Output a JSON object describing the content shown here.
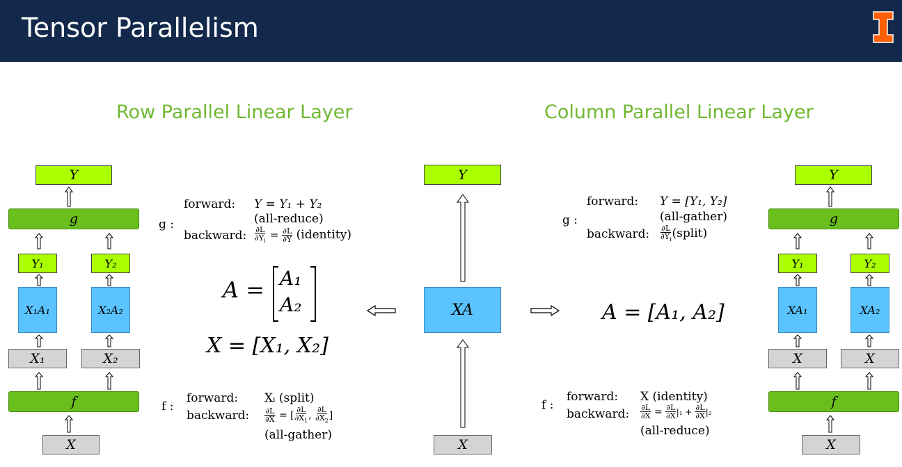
{
  "header": {
    "title": "Tensor Parallelism",
    "logo_letter": "I"
  },
  "row": {
    "title": "Row Parallel Linear Layer",
    "g_label": "g :",
    "g_forward_label": "forward:",
    "g_forward_eq": "Y = Y₁ + Y₂",
    "g_forward_note": "(all-reduce)",
    "g_backward_label": "backward:",
    "g_backward_note": "(identity)",
    "A_eq_lhs": "A =",
    "A_top": "A₁",
    "A_bottom": "A₂",
    "X_eq": "X = [X₁, X₂]",
    "f_label": "f :",
    "f_forward_label": "forward:",
    "f_forward_eq": "Xᵢ (split)",
    "f_backward_label": "backward:",
    "f_backward_note": "(all-gather)",
    "diagram": {
      "Y": "Y",
      "g": "g",
      "Y1": "Y₁",
      "Y2": "Y₂",
      "XA1": "X₁A₁",
      "XA2": "X₂A₂",
      "X1": "X₁",
      "X2": "X₂",
      "f": "f",
      "X": "X"
    }
  },
  "column": {
    "title": "Column Parallel Linear Layer",
    "g_label": "g :",
    "g_forward_label": "forward:",
    "g_forward_eq": "Y = [Y₁, Y₂]",
    "g_forward_note": "(all-gather)",
    "g_backward_label": "backward:",
    "g_backward_note": "(split)",
    "A_eq": "A = [A₁, A₂]",
    "f_label": "f :",
    "f_forward_label": "forward:",
    "f_forward_eq": "X (identity)",
    "f_backward_label": "backward:",
    "f_backward_note": "(all-reduce)",
    "diagram": {
      "Y": "Y",
      "g": "g",
      "Y1": "Y₁",
      "Y2": "Y₂",
      "XA1": "XA₁",
      "XA2": "XA₂",
      "X1": "X",
      "X2": "X",
      "f": "f",
      "X": "X"
    }
  },
  "center": {
    "Y": "Y",
    "XA": "XA",
    "X": "X"
  },
  "colors": {
    "header_bg": "#13294b",
    "section_title": "#70b832",
    "lime": "#aaff00",
    "green": "#6abf1d",
    "blue": "#5bc3ff",
    "gray": "#d4d4d4",
    "logo": "#ff5f05"
  }
}
